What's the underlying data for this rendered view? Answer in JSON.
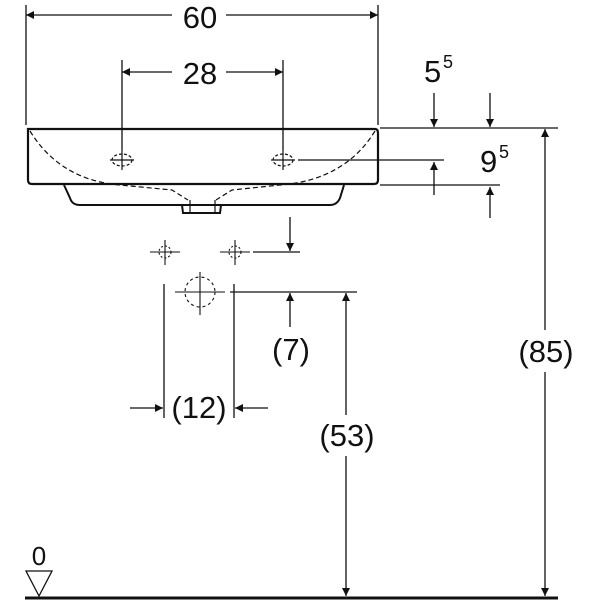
{
  "drawing": {
    "subject": "Washbasin installation dimensions",
    "units": "cm",
    "colors": {
      "line": "#111111",
      "background": "#ffffff"
    }
  },
  "dimensions": {
    "overall_width": "60",
    "tap_hole_spacing": "28",
    "rim_offset_main": "5",
    "rim_offset_sup": "5",
    "tap_hole_depth_main": "9",
    "tap_hole_depth_sup": "5",
    "supply_drop": "(7)",
    "supply_spacing": "(12)",
    "waste_height": "(53)",
    "rim_height": "(85)",
    "floor_level": "0"
  }
}
